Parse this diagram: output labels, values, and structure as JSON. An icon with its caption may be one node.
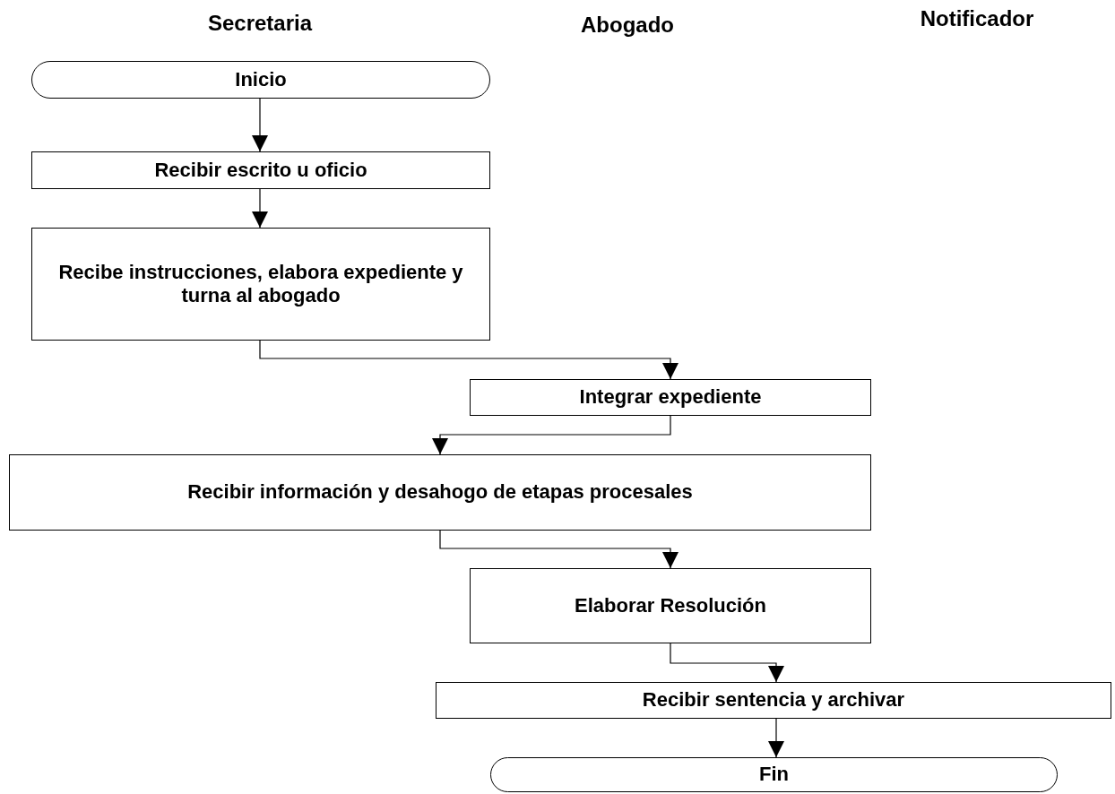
{
  "diagram": {
    "nodes": [
      {
        "text": [
          "Inicio"
        ]
      },
      {
        "text": [
          "Recibir escrito u oficio"
        ]
      },
      {
        "text": [
          "Recibe instrucciones, elabora expediente y turna al abogado"
        ]
      },
      {
        "text": [
          "Integrar expediente"
        ]
      },
      {
        "text": [
          "Recibir información y desahogo de etapas procesales"
        ]
      },
      {
        "text": [
          "Elaborar Resolución"
        ]
      },
      {
        "text": [
          "Recibir sentencia y archivar"
        ]
      },
      {
        "text": [
          "Fin"
        ]
      }
    ],
    "edges": [
      {
        "from": 0,
        "to": 1,
        "arrow": "to"
      },
      {
        "from": 1,
        "to": 2,
        "arrow": "to"
      },
      {
        "from": 2,
        "to": 3,
        "arrow": "to"
      },
      {
        "from": 3,
        "to": 4,
        "arrow": "to"
      },
      {
        "from": 4,
        "to": 5,
        "arrow": "to"
      },
      {
        "from": 5,
        "to": 6,
        "arrow": "to"
      },
      {
        "from": 6,
        "to": 7,
        "arrow": "to"
      }
    ],
    "labels": [
      "Secretaria",
      "Abogado",
      "Notificador"
    ]
  }
}
